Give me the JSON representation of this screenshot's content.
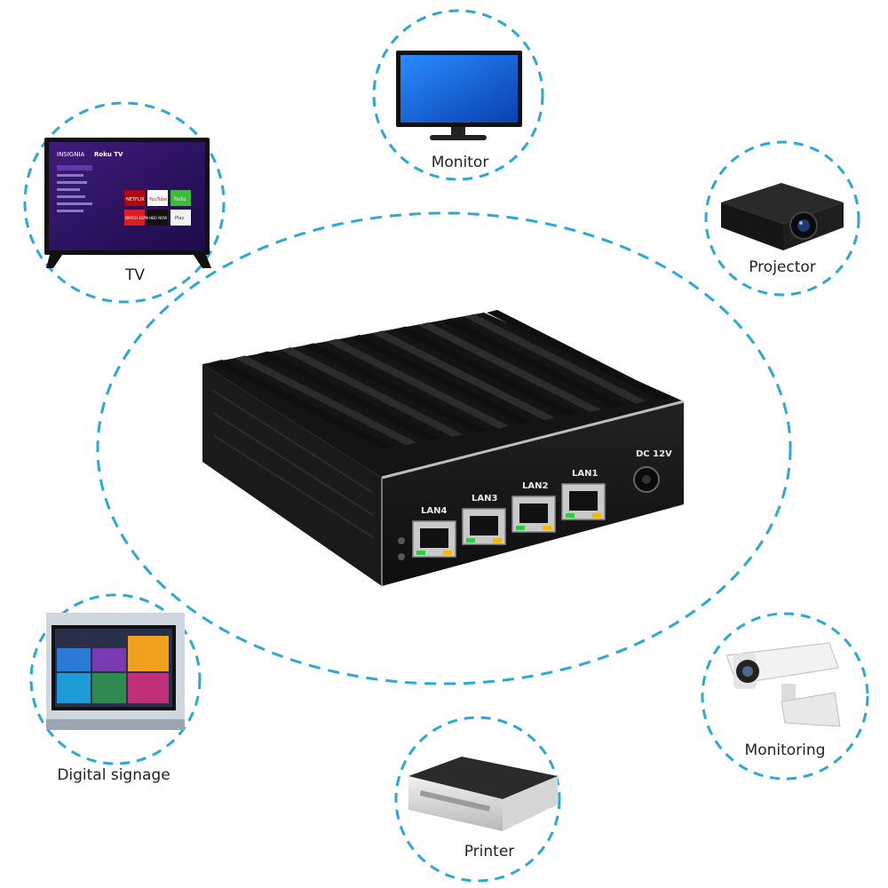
{
  "colors": {
    "dashed_ring": "#29a9d6",
    "device_body": "#161616",
    "port_label": "#e9e9e9"
  },
  "center_device": {
    "ports": [
      {
        "label": "LAN4"
      },
      {
        "label": "LAN3"
      },
      {
        "label": "LAN2"
      },
      {
        "label": "LAN1"
      }
    ],
    "power_label": "DC 12V"
  },
  "devices": {
    "monitor": {
      "label": "Monitor",
      "icon": "monitor-icon"
    },
    "tv": {
      "label": "TV",
      "icon": "tv-icon",
      "screen": {
        "brand": "INSIGNIA",
        "platform": "Roku TV",
        "apps": [
          "NETFLIX",
          "YouTube",
          "hulu",
          "WATCH ESPN",
          "HBO NOW",
          "Play"
        ]
      }
    },
    "projector": {
      "label": "Projector",
      "icon": "projector-icon"
    },
    "signage": {
      "label": "Digital signage",
      "icon": "signage-icon"
    },
    "monitoring": {
      "label": "Monitoring",
      "icon": "camera-icon"
    },
    "printer": {
      "label": "Printer",
      "icon": "printer-icon"
    }
  }
}
